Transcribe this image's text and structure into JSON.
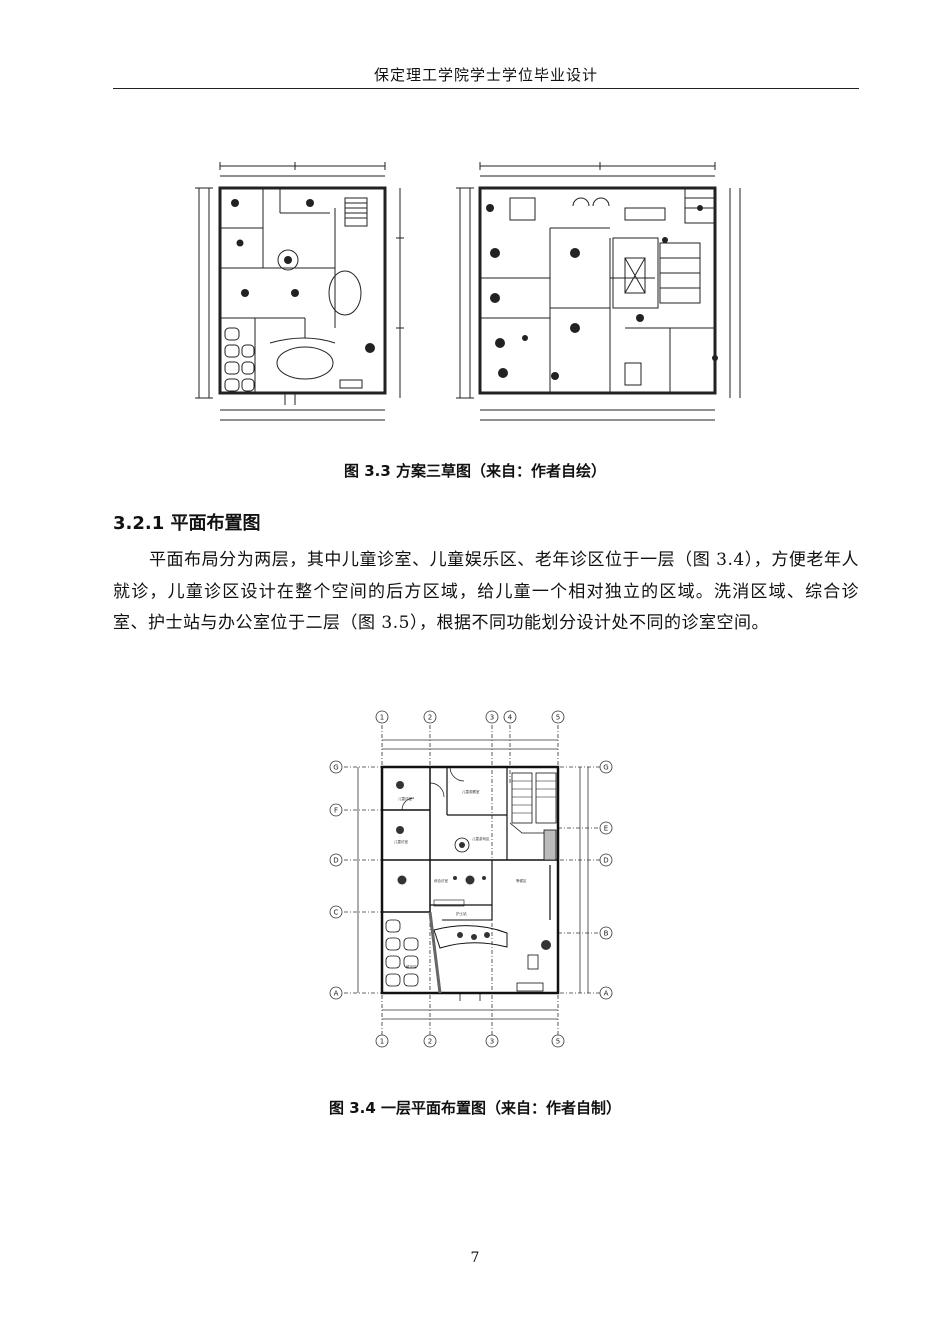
{
  "header": {
    "title": "保定理工学院学士学位毕业设计"
  },
  "figure_3_3": {
    "caption": "图 3.3 方案三草图（来自：作者自绘）"
  },
  "section": {
    "title": "3.2.1 平面布置图"
  },
  "paragraph": "平面布局分为两层，其中儿童诊室、儿童娱乐区、老年诊区位于一层（图 3.4），方便老年人就诊，儿童诊区设计在整个空间的后方区域，给儿童一个相对独立的区域。洗消区域、综合诊室、护士站与办公室位于二层（图 3.5），根据不同功能划分设计处不同的诊室空间。",
  "figure_3_4": {
    "caption": "图 3.4 一层平面布置图（来自：作者自制）",
    "column_axes_top": [
      "1",
      "2",
      "3",
      "4",
      "5"
    ],
    "column_axes_bottom": [
      "1",
      "2",
      "3",
      "5"
    ],
    "row_axes_left": [
      "G",
      "F",
      "D",
      "C",
      "A"
    ],
    "row_axes_right": [
      "G",
      "E",
      "D",
      "B",
      "A"
    ]
  },
  "page_number": "7"
}
